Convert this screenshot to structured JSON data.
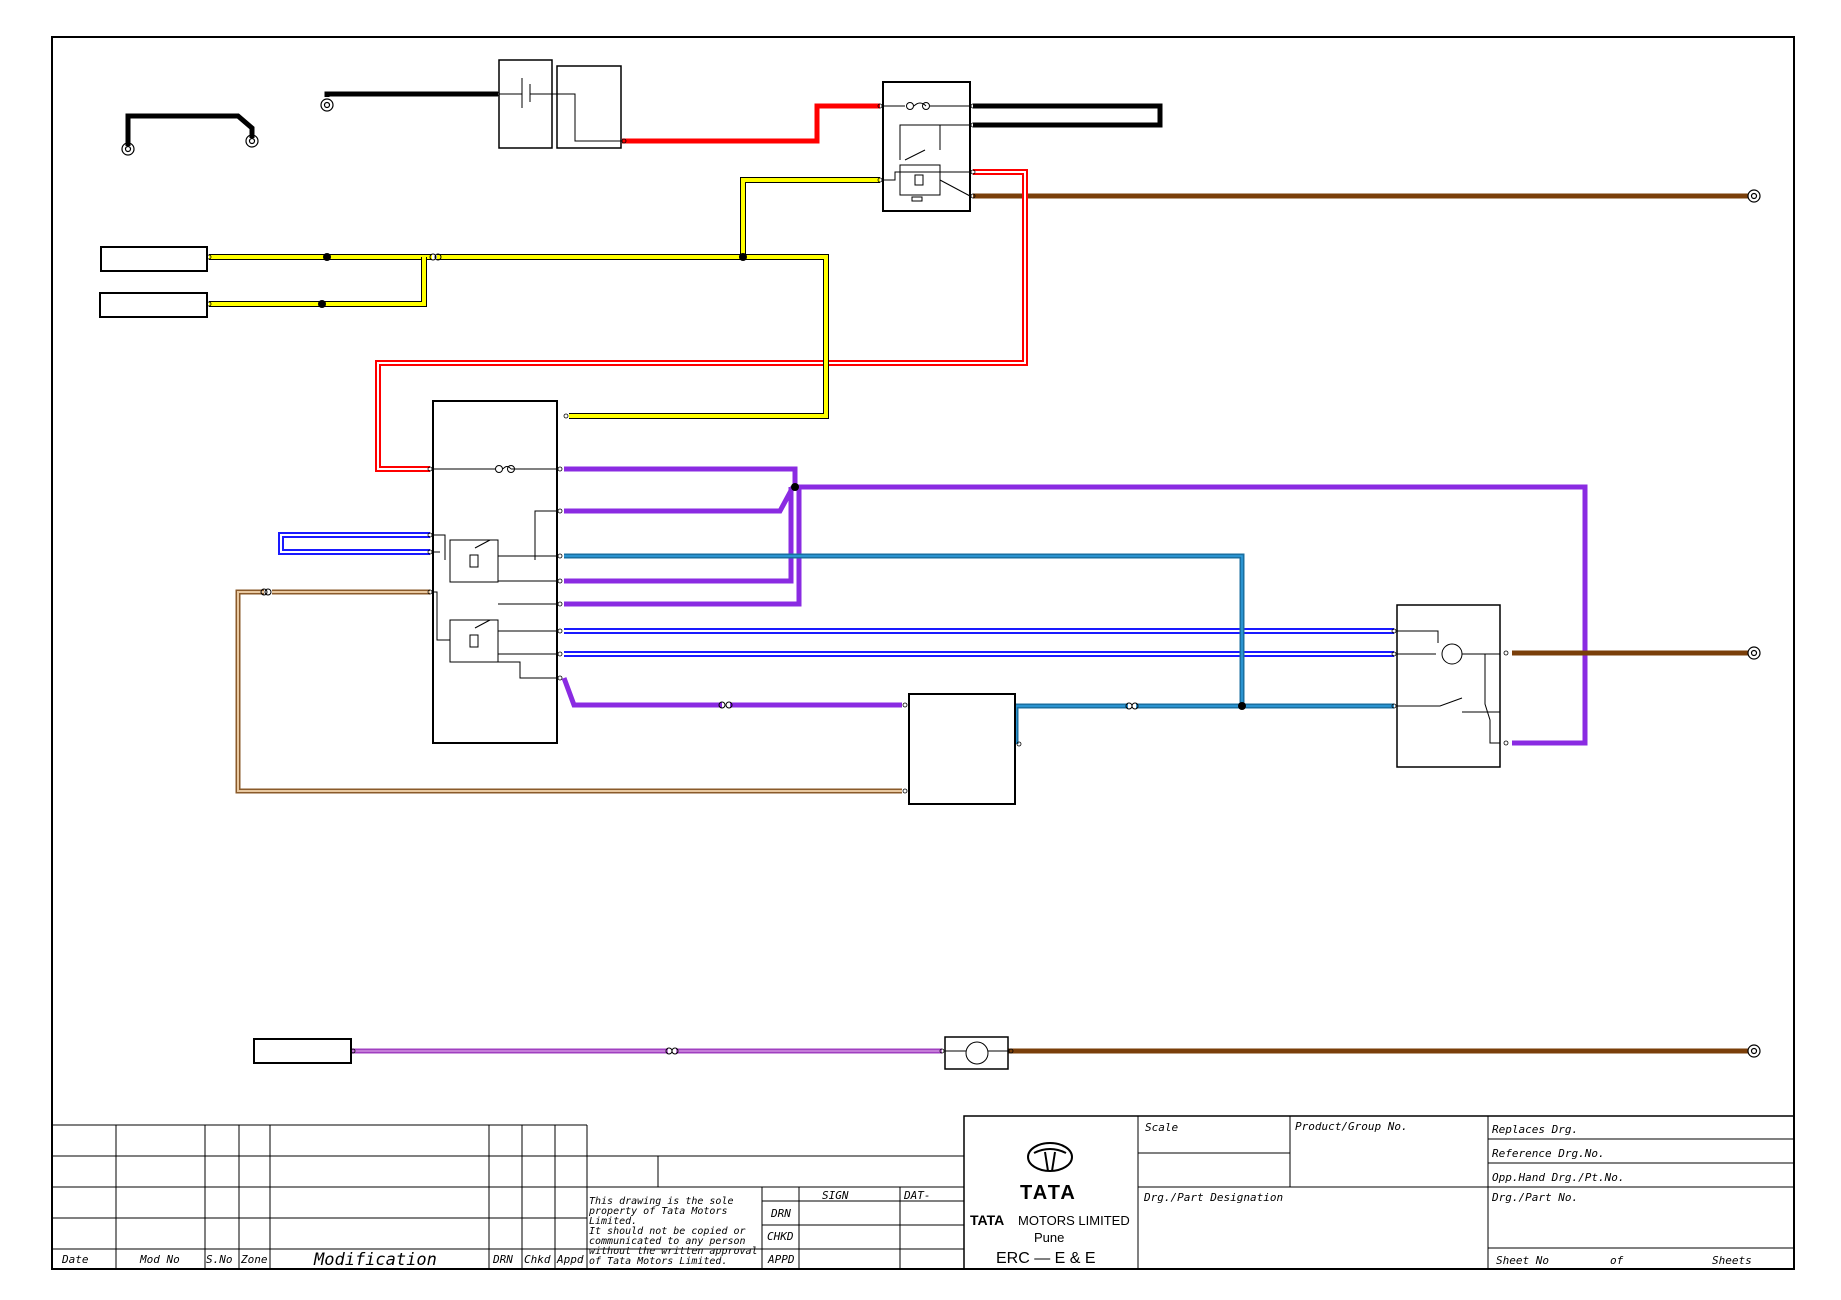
{
  "title_block": {
    "rev_headers": {
      "date": "Date",
      "mod_no": "Mod No",
      "s_no": "S.No",
      "zone": "Zone",
      "modification": "Modification",
      "drn": "DRN",
      "chkd": "Chkd",
      "appd": "Appd"
    },
    "notice": {
      "line1": "This drawing is the sole",
      "line2": "property of Tata Motors",
      "line3": "Limited.",
      "line4": "  It should not be copied or",
      "line5": "communicated to any person",
      "line6": "without the written approval",
      "line7": "of Tata Motors Limited."
    },
    "sign_header": "SIGN",
    "date_header": "DAT-",
    "roles": {
      "drn": "DRN",
      "chkd": "CHKD",
      "appd": "APPD"
    },
    "company": {
      "logo_word": "TATA",
      "name_prefix": "TATA",
      "name": "MOTORS LIMITED",
      "city": "Pune",
      "dept": "ERC — E & E"
    },
    "fields": {
      "scale": "Scale",
      "product_group": "Product/Group No.",
      "part_designation": "Drg./Part Designation",
      "replaces": "Replaces Drg.",
      "reference": "Reference Drg.No.",
      "opp_hand": "Opp.Hand Drg./Pt.No.",
      "part_no": "Drg./Part No.",
      "sheet_no": "Sheet No",
      "of": "of",
      "sheets": "Sheets"
    }
  },
  "wire_colors": {
    "black": "#000000",
    "red": "#ff0000",
    "yellow": "#ffff00",
    "brown": "#7a3f0a",
    "purple": "#8a2be2",
    "blue": "#1a1aff",
    "teal_blue": "#1a6fa0",
    "tan": "#c8a070",
    "magenta": "#a040c0"
  }
}
